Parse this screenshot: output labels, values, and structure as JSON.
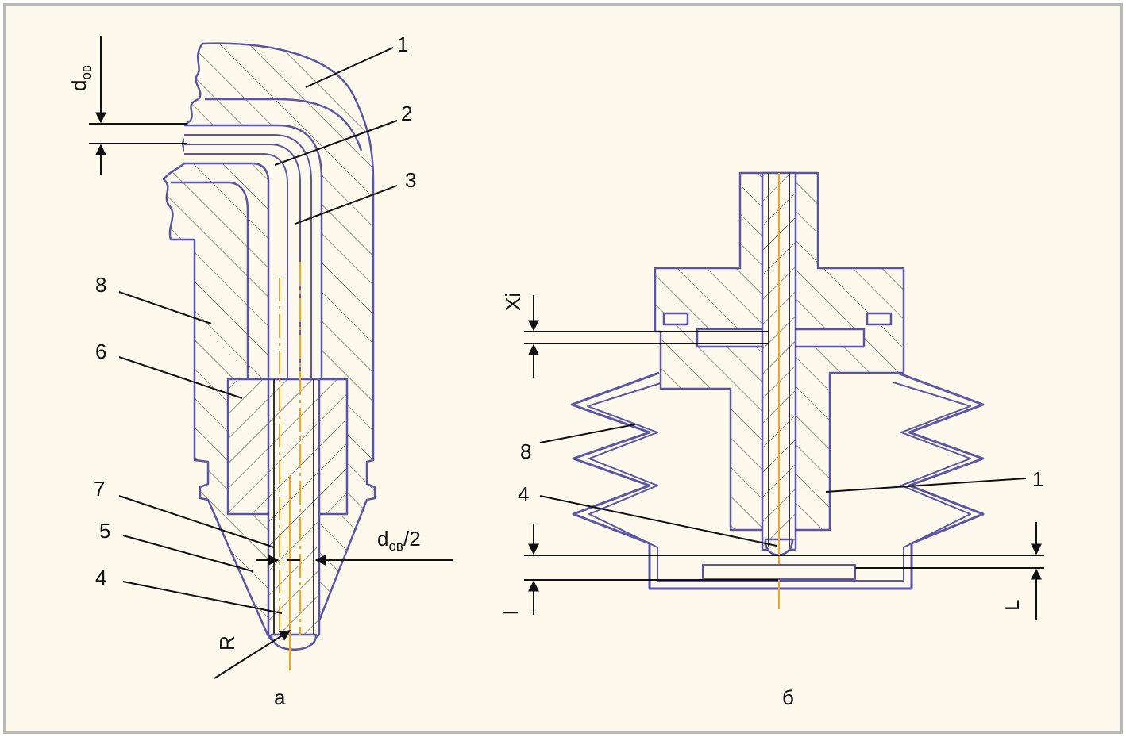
{
  "figure": {
    "background": "#fdf9ec",
    "border_color": "#b9b9b9",
    "outline_color": "#5a55a6",
    "axis_color": "#f0a52a",
    "line_color": "#111111"
  },
  "diagram_a": {
    "caption": "а",
    "labels": {
      "part1": "1",
      "part2": "2",
      "part3": "3",
      "part8": "8",
      "part6": "6",
      "part7": "7",
      "part5": "5",
      "part4": "4",
      "radius": "R"
    },
    "dim_d_main": "d",
    "dim_d_sub": "ов",
    "dim_half_main": "d",
    "dim_half_sub": "ов",
    "dim_half_suffix": "/2"
  },
  "diagram_b": {
    "caption": "б",
    "labels": {
      "xi": "Xi",
      "part8": "8",
      "part4": "4",
      "part1": "1",
      "l_left": "l",
      "l_right": "L"
    }
  }
}
